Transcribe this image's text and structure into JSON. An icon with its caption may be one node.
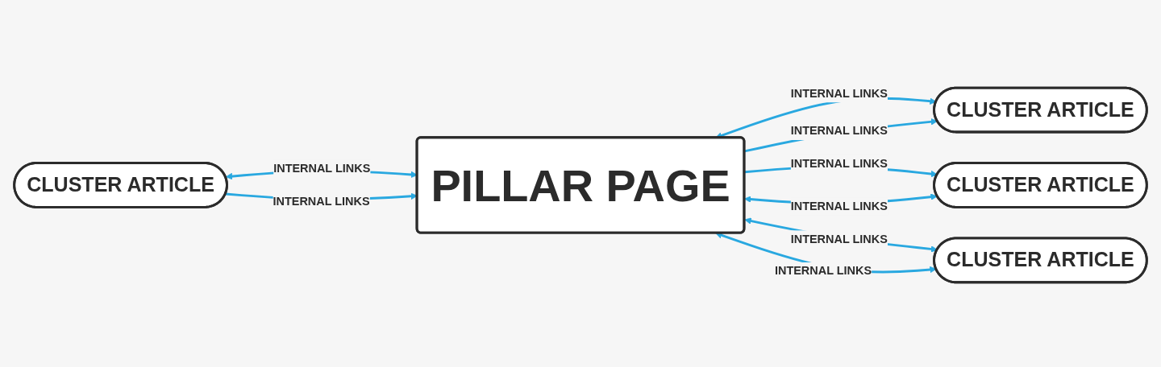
{
  "diagram": {
    "nodes": [
      {
        "text": [
          "CLUSTER ARTICLE"
        ]
      },
      {
        "text": [
          "CLUSTER ARTICLE"
        ]
      },
      {
        "text": [
          "PILLAR PAGE"
        ]
      },
      {
        "text": [
          "CLUSTER ARTICLE"
        ]
      },
      {
        "text": [
          "CLUSTER ARTICLE"
        ]
      }
    ],
    "edges": [
      {
        "from": 0,
        "to": 2,
        "arrow": "both",
        "label": "INTERNAL LINKS"
      },
      {
        "from": 0,
        "to": 2,
        "arrow": "to",
        "label": "INTERNAL LINKS"
      },
      {
        "from": 2,
        "to": 1,
        "arrow": "both",
        "label": "INTERNAL LINKS"
      },
      {
        "from": 2,
        "to": 1,
        "arrow": "to",
        "label": "INTERNAL LINKS"
      },
      {
        "from": 2,
        "to": 3,
        "arrow": "to",
        "label": "INTERNAL LINKS"
      },
      {
        "from": 3,
        "to": 2,
        "arrow": "both",
        "label": "INTERNAL LINKS"
      },
      {
        "from": 2,
        "to": 4,
        "arrow": "both",
        "label": "INTERNAL LINKS"
      },
      {
        "from": 2,
        "to": 4,
        "arrow": "both",
        "label": "INTERNAL LINKS"
      }
    ]
  }
}
